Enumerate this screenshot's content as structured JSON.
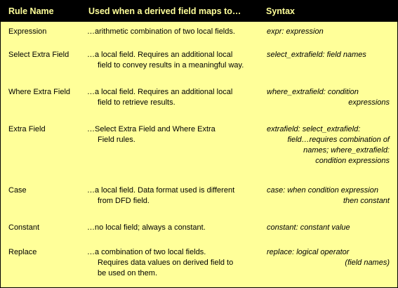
{
  "header": {
    "col1": "Rule Name",
    "col2": "Used when a derived field maps to…",
    "col3": "Syntax"
  },
  "rows": [
    {
      "name": "Expression",
      "used": [
        "…arithmetic combination of two local fields."
      ],
      "syntax": [
        "expr: expression"
      ]
    },
    {
      "name": "Select Extra Field",
      "used": [
        "…a local field. Requires an additional local",
        "field to convey results in a meaningful way."
      ],
      "syntax": [
        "select_extrafield: field names"
      ]
    },
    {
      "name": "Where Extra Field",
      "used": [
        "…a local field. Requires an additional local",
        "field to retrieve results."
      ],
      "syntax": [
        "where_extrafield: condition",
        "expressions"
      ]
    },
    {
      "name": "Extra Field",
      "used": [
        "…Select Extra Field and Where Extra",
        "Field rules."
      ],
      "syntax": [
        "extrafield: select_extrafield:",
        "field…requires combination of",
        "names; where_extrafield:",
        "condition expressions"
      ]
    },
    {
      "name": "Case",
      "used": [
        "…a local field. Data format used is different",
        "from DFD field."
      ],
      "syntax": [
        "case: when condition expression",
        "then constant"
      ]
    },
    {
      "name": "Constant",
      "used": [
        "…no local field; always a constant."
      ],
      "syntax": [
        "constant: constant value"
      ]
    },
    {
      "name": "Replace",
      "used": [
        "…a combination of two local fields.",
        "Requires data values on derived field to",
        "be used on them."
      ],
      "syntax": [
        "replace: logical operator",
        "(field names)"
      ]
    }
  ]
}
